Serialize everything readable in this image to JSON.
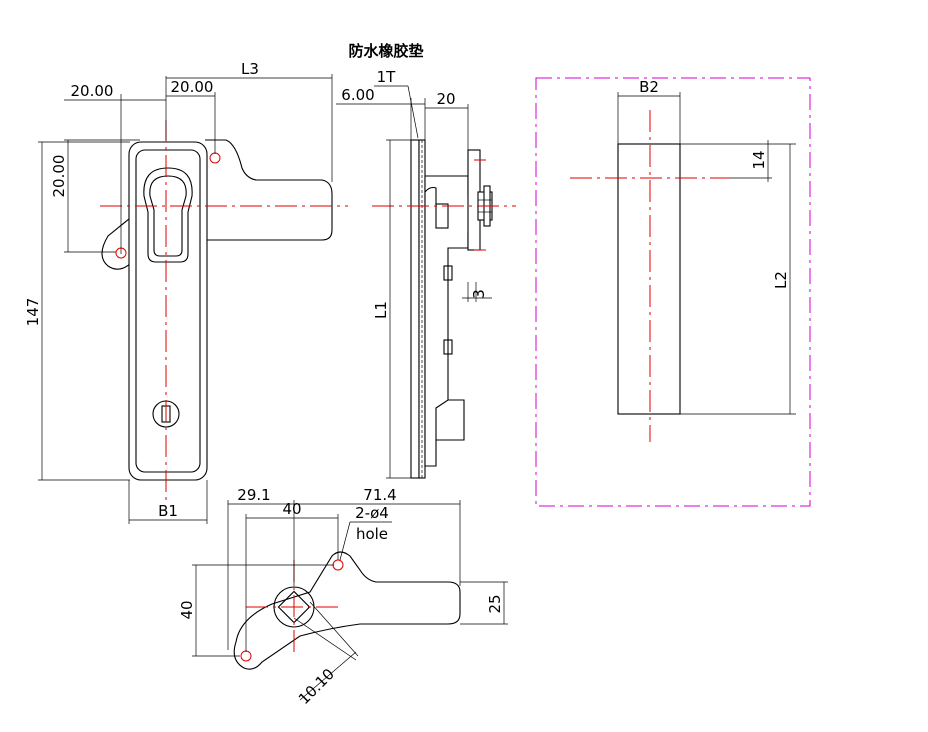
{
  "title": "防水橡胶垫",
  "colors": {
    "centerline": "#e00000",
    "panel_cutout": "#d000d0",
    "outline": "#000000"
  },
  "front_view": {
    "dims": {
      "top_offset": "20.00",
      "pivot_offset": "20.00",
      "handle_reach": "L3",
      "vertical_offset": "20.00",
      "overall_height": "147",
      "width": "B1"
    }
  },
  "side_view": {
    "dims": {
      "gasket_thickness": "1T",
      "plate_depth": "6.00",
      "body_depth": "20",
      "length": "L1",
      "slot": "3"
    }
  },
  "cutout_view": {
    "dims": {
      "width": "B2",
      "top_offset": "14",
      "length": "L2"
    }
  },
  "cam_view": {
    "dims": {
      "left_offset": "29.1",
      "span": "71.4",
      "hole_spacing": "40",
      "holes_count": "2-ø4",
      "holes_word": "hole",
      "height": "40",
      "arm_width": "25",
      "square": "10.10"
    }
  }
}
